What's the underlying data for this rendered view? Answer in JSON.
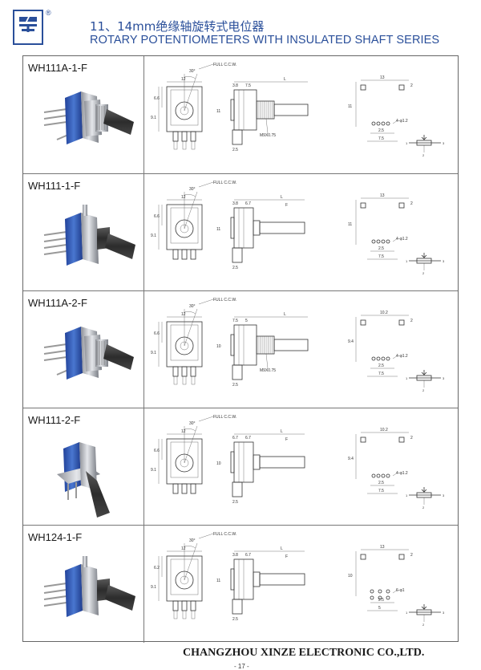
{
  "header": {
    "title_cn": "11、14mm绝缘轴旋转式电位器",
    "title_en": "ROTARY POTENTIOMETERS WITH INSULATED SHAFT SERIES"
  },
  "products": [
    {
      "model": "WH111A-1-F",
      "variant": "a",
      "labels": {
        "full": "FULL C.C.W.",
        "angle": "30°",
        "d1": "12",
        "d2": "6.6",
        "d3": "9.1",
        "d4": "3.8",
        "d5": "7.5",
        "d6": "2.5",
        "d7": "11",
        "thread": "M9X0.75",
        "len": "L",
        "p1": "13",
        "p2": "2",
        "p3": "2.5",
        "p4": "7.5",
        "holes": "4-φ1.2",
        "p5": "11"
      }
    },
    {
      "model": "WH111-1-F",
      "variant": "b",
      "labels": {
        "full": "FULL C.C.W.",
        "angle": "30°",
        "d1": "12",
        "d2": "6.6",
        "d3": "9.1",
        "d4": "3.8",
        "d5": "6.7",
        "d6": "2.5",
        "d7": "11",
        "thread": "F",
        "len": "L",
        "p1": "13",
        "p2": "2",
        "p3": "2.5",
        "p4": "7.5",
        "holes": "4-φ1.2",
        "p5": "11"
      }
    },
    {
      "model": "WH111A-2-F",
      "variant": "a",
      "labels": {
        "full": "FULL C.C.W.",
        "angle": "30°",
        "d1": "12",
        "d2": "6.6",
        "d3": "9.1",
        "d4": "7.5",
        "d5": "5",
        "d6": "2.5",
        "d7": "10",
        "thread": "M9X0.75",
        "len": "L",
        "p1": "10.2",
        "p2": "2",
        "p3": "2.5",
        "p4": "7.5",
        "holes": "4-φ1.2",
        "p5": "9.4"
      }
    },
    {
      "model": "WH111-2-F",
      "variant": "b",
      "labels": {
        "full": "FULL C.C.W.",
        "angle": "30°",
        "d1": "12",
        "d2": "6.6",
        "d3": "9.1",
        "d4": "6.7",
        "d5": "6.7",
        "d6": "2.5",
        "d7": "10",
        "thread": "F",
        "len": "L",
        "p1": "10.2",
        "p2": "2",
        "p3": "2.5",
        "p4": "7.5",
        "holes": "4-φ1.2",
        "p5": "9.4"
      }
    },
    {
      "model": "WH124-1-F",
      "variant": "c",
      "labels": {
        "full": "FULL C.C.W.",
        "angle": "30°",
        "d1": "12",
        "d2": "6.2",
        "d3": "9.1",
        "d4": "3.8",
        "d5": "6.7",
        "d6": "2.5",
        "d7": "11",
        "thread": "F",
        "len": "L",
        "p1": "13",
        "p2": "2",
        "p3": "2.5",
        "p4": "5",
        "holes": "6-φ1",
        "p5": "10"
      }
    }
  ],
  "footer": {
    "company": "CHANGZHOU XINZE ELECTRONIC CO.,LTD.",
    "page": "- 17 -"
  },
  "colors": {
    "brand": "#2a4f9a",
    "body_blue": "#3a62b8",
    "metal": "#b9bcc2",
    "shaft": "#3b3b3b"
  }
}
